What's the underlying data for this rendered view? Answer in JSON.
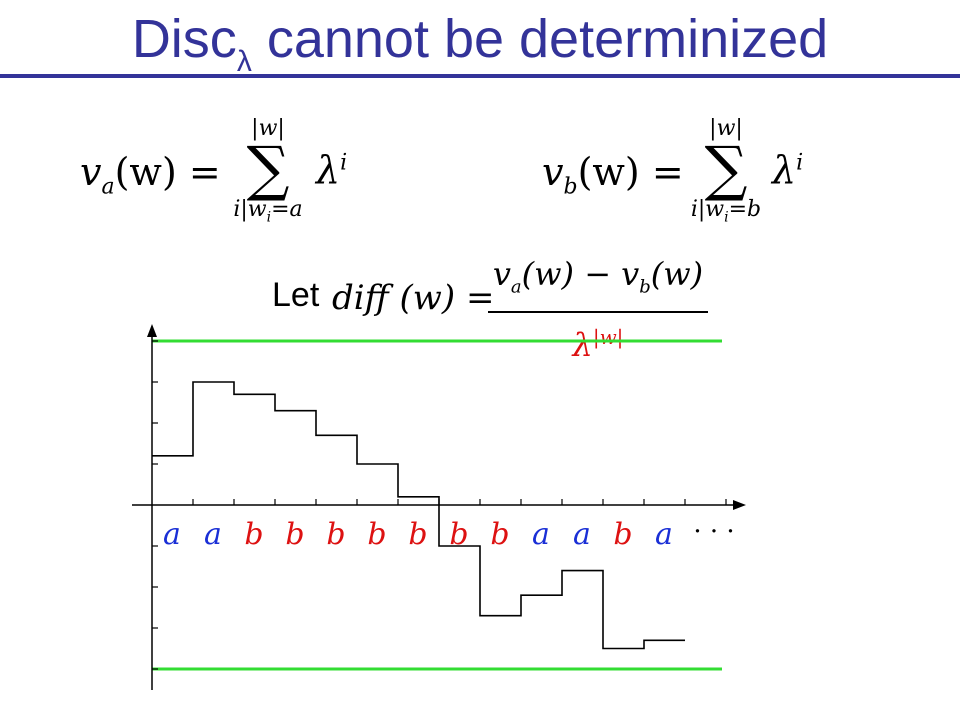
{
  "title": {
    "main": "Disc",
    "sub": "λ",
    "rest": " cannot be determinized"
  },
  "formula_a": {
    "lhs": "v",
    "lhs_sub": "a",
    "lhs_arg": "(w) =",
    "sum_upper": "|w|",
    "sum_lower": "i|w",
    "sum_lower_sub": "i",
    "sum_lower_eq": "=a",
    "lambda": "λ",
    "power": "i"
  },
  "formula_b": {
    "lhs": "v",
    "lhs_sub": "b",
    "lhs_arg": "(w) =",
    "sum_upper": "|w|",
    "sum_lower": "i|w",
    "sum_lower_sub": "i",
    "sum_lower_eq": "=b",
    "lambda": "λ",
    "power": "i"
  },
  "diff_def": {
    "let": "Let",
    "lhs": "diff (w) =",
    "numerator": "v",
    "num_sub_a": "a",
    "num_mid": "(w) − v",
    "num_sub_b": "b",
    "num_end": "(w)",
    "denominator": "λ",
    "den_power": "|w|"
  },
  "chart_data": {
    "type": "line",
    "letters": [
      "a",
      "a",
      "b",
      "b",
      "b",
      "b",
      "b",
      "b",
      "b",
      "a",
      "a",
      "b",
      "a"
    ],
    "ellipsis": "· · ·",
    "steps": [
      1.2,
      3.0,
      2.7,
      2.3,
      1.7,
      1.0,
      0.2,
      -1.0,
      -2.7,
      -2.2,
      -1.6,
      -3.5,
      -3.3
    ],
    "bounds": [
      4.0,
      -4.0
    ],
    "ylim": [
      -4.5,
      4.5
    ],
    "colors": {
      "a": "#1a2fd6",
      "b": "#dd1111",
      "bound": "#33dd33",
      "axis": "#000000"
    }
  }
}
